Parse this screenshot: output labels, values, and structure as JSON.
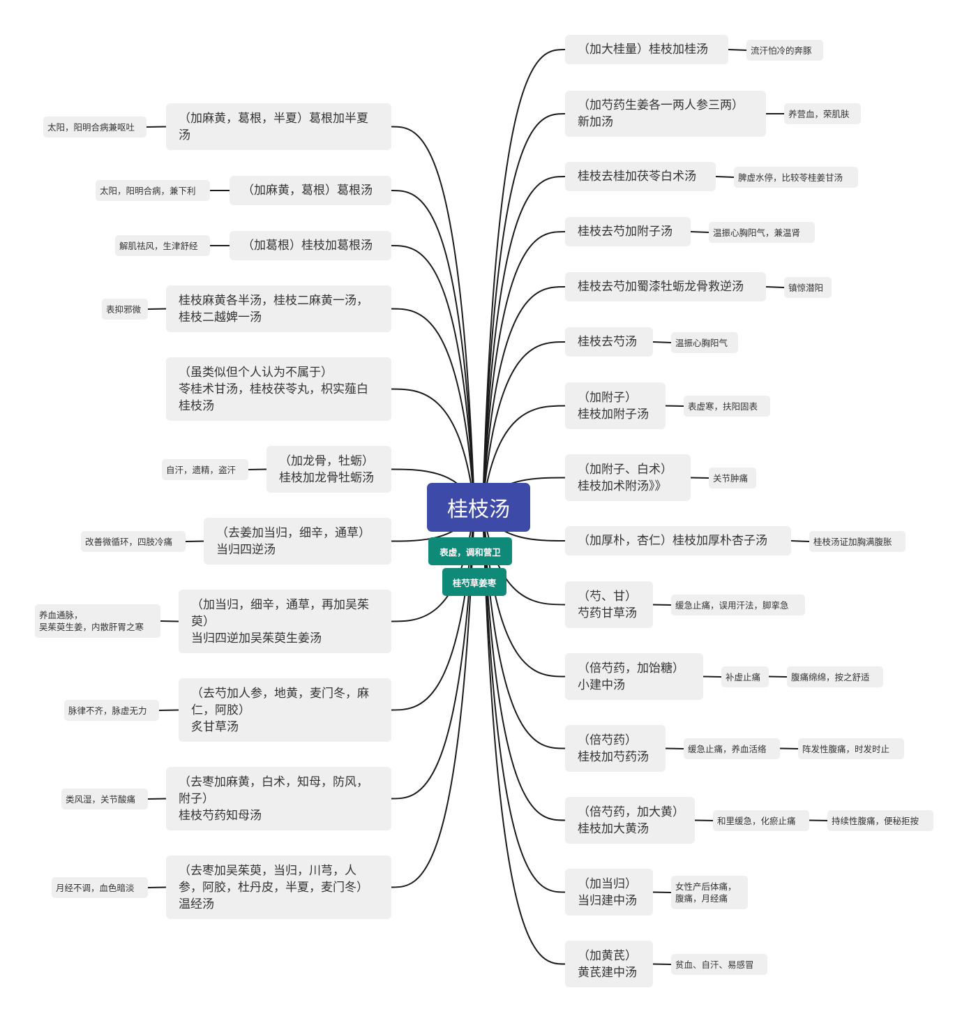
{
  "center": {
    "title": "桂枝汤"
  },
  "tags": [
    "表虚，调和营卫",
    "桂芍草姜枣"
  ],
  "left_branches": [
    {
      "lines": [
        "（加麻黄，葛根，半夏）葛根加半夏",
        "汤"
      ],
      "leaves": [
        [
          "太阳，阳明合病兼呕吐"
        ]
      ]
    },
    {
      "lines": [
        "（加麻黄，葛根）葛根汤"
      ],
      "leaves": [
        [
          "太阳，阳明合病，兼下利"
        ]
      ]
    },
    {
      "lines": [
        "（加葛根）桂枝加葛根汤"
      ],
      "leaves": [
        [
          "解肌祛风，生津舒经"
        ]
      ]
    },
    {
      "lines": [
        "桂枝麻黄各半汤，桂枝二麻黄一汤，",
        "桂枝二越婢一汤"
      ],
      "leaves": [
        [
          "表抑邪微"
        ]
      ]
    },
    {
      "lines": [
        "（虽类似但个人认为不属于）",
        "苓桂术甘汤，桂枝茯苓丸，枳实薤白",
        "桂枝汤"
      ],
      "leaves": []
    },
    {
      "lines": [
        "（加龙骨，牡蛎）",
        "桂枝加龙骨牡蛎汤"
      ],
      "leaves": [
        [
          "自汗，遗精，盗汗"
        ]
      ]
    },
    {
      "lines": [
        "（去姜加当归，细辛，通草）",
        "当归四逆汤"
      ],
      "leaves": [
        [
          "改善微循环，四肢冷痛"
        ]
      ]
    },
    {
      "lines": [
        "（加当归，细辛，通草，再加吴茱",
        "萸）",
        "当归四逆加吴茱萸生姜汤"
      ],
      "leaves": [
        [
          "养血通脉，",
          "吴茱萸生姜，内散肝胃之寒"
        ]
      ]
    },
    {
      "lines": [
        "（去芍加人参，地黄，麦门冬，麻",
        "仁，阿胶）",
        "炙甘草汤"
      ],
      "leaves": [
        [
          "脉律不齐，脉虚无力"
        ]
      ]
    },
    {
      "lines": [
        "（去枣加麻黄，白术，知母，防风，",
        "附子）",
        "桂枝芍药知母汤"
      ],
      "leaves": [
        [
          "类风湿，关节酸痛"
        ]
      ]
    },
    {
      "lines": [
        "（去枣加吴茱萸，当归，川芎，人",
        "参，阿胶，杜丹皮，半夏，麦门冬）",
        "温经汤"
      ],
      "leaves": [
        [
          "月经不调，血色暗淡"
        ]
      ]
    }
  ],
  "right_branches": [
    {
      "lines": [
        "（加大桂量）桂枝加桂汤"
      ],
      "leaves": [
        [
          "流汗怕冷的奔豚"
        ]
      ]
    },
    {
      "lines": [
        "（加芍药生姜各一两人参三两）",
        "新加汤"
      ],
      "leaves": [
        [
          "养营血，荣肌肤"
        ]
      ]
    },
    {
      "lines": [
        "桂枝去桂加茯苓白术汤"
      ],
      "leaves": [
        [
          "脾虚水停，比较苓桂姜甘汤"
        ]
      ]
    },
    {
      "lines": [
        "桂枝去芍加附子汤"
      ],
      "leaves": [
        [
          "温振心胸阳气，兼温肾"
        ]
      ]
    },
    {
      "lines": [
        "桂枝去芍加蜀漆牡蛎龙骨救逆汤"
      ],
      "leaves": [
        [
          "镇惊潜阳"
        ]
      ]
    },
    {
      "lines": [
        "桂枝去芍汤"
      ],
      "leaves": [
        [
          "温振心胸阳气"
        ]
      ]
    },
    {
      "lines": [
        "（加附子）",
        "桂枝加附子汤"
      ],
      "leaves": [
        [
          "表虚寒，扶阳固表"
        ]
      ]
    },
    {
      "lines": [
        "（加附子、白术）",
        "桂枝加术附汤》》"
      ],
      "leaves": [
        [
          "关节肿痛"
        ]
      ]
    },
    {
      "lines": [
        "（加厚朴，杏仁）桂枝加厚朴杏子汤"
      ],
      "leaves": [
        [
          "桂枝汤证加胸满腹胀"
        ]
      ]
    },
    {
      "lines": [
        "（芍、甘）",
        "芍药甘草汤"
      ],
      "leaves": [
        [
          "缓急止痛，误用汗法，脚挛急"
        ]
      ]
    },
    {
      "lines": [
        "（倍芍药，加饴糖）",
        "小建中汤"
      ],
      "leaves": [
        [
          "补虚止痛"
        ],
        [
          "腹痛绵绵，按之舒适"
        ]
      ]
    },
    {
      "lines": [
        "（倍芍药）",
        "桂枝加芍药汤"
      ],
      "leaves": [
        [
          "缓急止痛，养血活络"
        ],
        [
          "阵发性腹痛，时发时止"
        ]
      ]
    },
    {
      "lines": [
        "（倍芍药，加大黄）",
        "桂枝加大黄汤"
      ],
      "leaves": [
        [
          "和里缓急，化瘀止痛"
        ],
        [
          "持续性腹痛，便秘拒按"
        ]
      ]
    },
    {
      "lines": [
        "（加当归）",
        "当归建中汤"
      ],
      "leaves": [
        [
          "女性产后体痛，",
          "腹痛，月经痛"
        ]
      ]
    },
    {
      "lines": [
        "（加黄芪）",
        "黄芪建中汤"
      ],
      "leaves": [
        [
          "贫血、自汗、易感冒"
        ]
      ]
    }
  ]
}
